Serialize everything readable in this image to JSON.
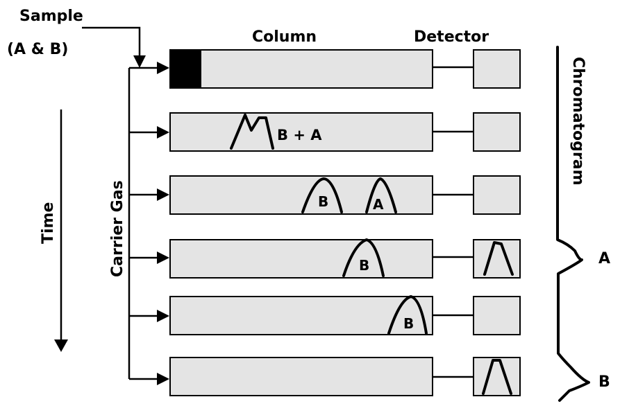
{
  "labels": {
    "sample": "Sample",
    "sample_sub": "(A & B)",
    "column": "Column",
    "detector": "Detector",
    "carrier_gas": "Carrier Gas",
    "time": "Time",
    "chromatogram": "Chromatogram",
    "mixed_band": "B + A"
  },
  "peaks": {
    "a": "A",
    "b": "B"
  },
  "chromatogram_peaks": {
    "first": "A",
    "second": "B"
  },
  "colors": {
    "column_fill": "#e4e4e4",
    "sample_plug": "#000000",
    "stroke": "#000000"
  }
}
